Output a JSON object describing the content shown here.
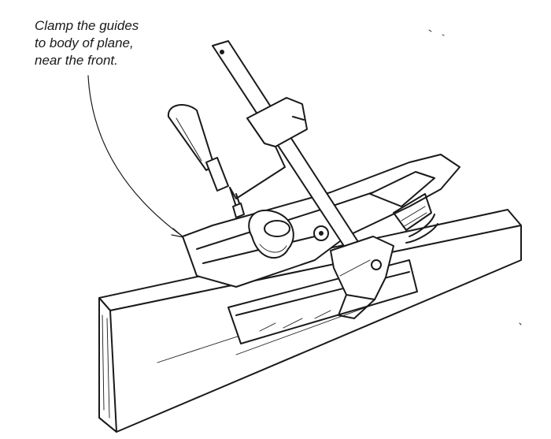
{
  "callout": {
    "lines": [
      "Clamp the guides",
      "to body of plane,",
      "near the front."
    ]
  },
  "colors": {
    "ink": "#1a1a1a",
    "paper": "#ffffff"
  },
  "illustration": {
    "parts": [
      "board",
      "hand-plane",
      "wooden-guide",
      "bar-clamp",
      "leader-arrow"
    ]
  }
}
